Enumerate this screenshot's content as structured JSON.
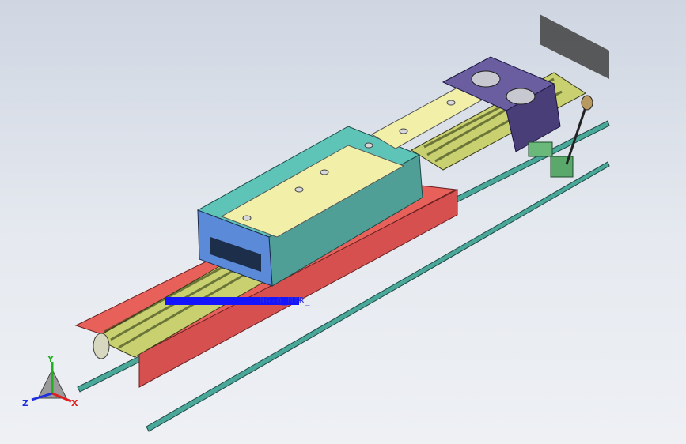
{
  "viewport": {
    "background_top": "#cfd6e2",
    "background_bottom": "#eef0f4"
  },
  "annotation": {
    "label": "NG-0_MIR_"
  },
  "triad": {
    "x_label": "X",
    "y_label": "Y",
    "z_label": "Z",
    "x_color": "#e02020",
    "y_color": "#20b020",
    "z_color": "#2030e0"
  },
  "colors": {
    "frame_red": "#e8605a",
    "belt_yellow": "#c8d070",
    "hood_teal": "#5fc4b8",
    "hood_blue": "#5a8ad8",
    "panel_cream": "#f2f0a8",
    "gearbox_purple": "#5a4e8a",
    "rail_teal": "#4aa89a",
    "motor_green": "#6ab87a"
  }
}
